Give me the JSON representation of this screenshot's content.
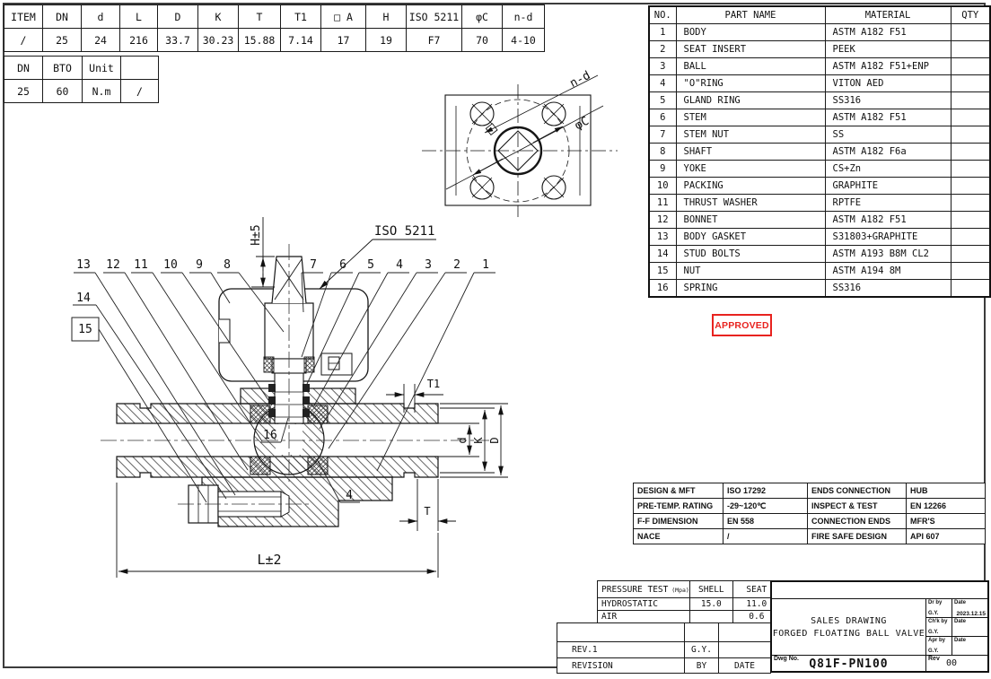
{
  "dim_table": {
    "headers": [
      "ITEM",
      "DN",
      "d",
      "L",
      "D",
      "K",
      "T",
      "T1",
      "□ A",
      "H",
      "ISO 5211",
      "φC",
      "n-d"
    ],
    "values": [
      "/",
      "25",
      "24",
      "216",
      "33.7",
      "30.23",
      "15.88",
      "7.14",
      "17",
      "19",
      "F7",
      "70",
      "4-10"
    ]
  },
  "torque_table": {
    "headers": [
      "DN",
      "BTO",
      "Unit",
      ""
    ],
    "values": [
      "25",
      "60",
      "N.m",
      "/"
    ]
  },
  "parts_table": {
    "headers": [
      "NO.",
      "PART NAME",
      "MATERIAL",
      "QTY"
    ],
    "rows": [
      {
        "no": "1",
        "name": "BODY",
        "material": "ASTM A182 F51",
        "qty": ""
      },
      {
        "no": "2",
        "name": "SEAT INSERT",
        "material": "PEEK",
        "qty": ""
      },
      {
        "no": "3",
        "name": "BALL",
        "material": "ASTM A182 F51+ENP",
        "qty": ""
      },
      {
        "no": "4",
        "name": "\"O\"RING",
        "material": "VITON AED",
        "qty": ""
      },
      {
        "no": "5",
        "name": "GLAND RING",
        "material": "SS316",
        "qty": ""
      },
      {
        "no": "6",
        "name": "STEM",
        "material": "ASTM A182 F51",
        "qty": ""
      },
      {
        "no": "7",
        "name": "STEM NUT",
        "material": "SS",
        "qty": ""
      },
      {
        "no": "8",
        "name": "SHAFT",
        "material": "ASTM A182 F6a",
        "qty": ""
      },
      {
        "no": "9",
        "name": "YOKE",
        "material": "CS+Zn",
        "qty": ""
      },
      {
        "no": "10",
        "name": "PACKING",
        "material": "GRAPHITE",
        "qty": ""
      },
      {
        "no": "11",
        "name": "THRUST WASHER",
        "material": "RPTFE",
        "qty": ""
      },
      {
        "no": "12",
        "name": "BONNET",
        "material": "ASTM A182 F51",
        "qty": ""
      },
      {
        "no": "13",
        "name": "BODY GASKET",
        "material": "S31803+GRAPHITE",
        "qty": ""
      },
      {
        "no": "14",
        "name": "STUD BOLTS",
        "material": "ASTM A193 B8M CL2",
        "qty": ""
      },
      {
        "no": "15",
        "name": "NUT",
        "material": "ASTM A194 8M",
        "qty": ""
      },
      {
        "no": "16",
        "name": "SPRING",
        "material": "SS316",
        "qty": ""
      }
    ]
  },
  "stamp": {
    "label": "APPROVED",
    "color": "#e8231f"
  },
  "specs_table": {
    "rows": [
      [
        "DESIGN & MFT",
        "ISO 17292",
        "ENDS CONNECTION",
        "HUB"
      ],
      [
        "PRE-TEMP. RATING",
        "-29~120℃",
        "INSPECT & TEST",
        "EN 12266"
      ],
      [
        "F-F DIMENSION",
        "EN 558",
        "CONNECTION ENDS",
        "MFR'S"
      ],
      [
        "NACE",
        "/",
        "FIRE SAFE DESIGN",
        "API 607"
      ]
    ]
  },
  "pressure_table": {
    "header": {
      "label": "PRESSURE TEST",
      "unit": "(Mpa)",
      "col1": "SHELL",
      "col2": "SEAT"
    },
    "rows": [
      [
        "HYDROSTATIC",
        "15.0",
        "11.0"
      ],
      [
        "AIR",
        "",
        "0.6"
      ]
    ]
  },
  "revision_table": {
    "rows": [
      [
        "",
        "",
        ""
      ],
      [
        "REV.1",
        "G.Y.",
        ""
      ],
      [
        "REVISION",
        "BY",
        "DATE"
      ]
    ]
  },
  "title_block": {
    "title_line1": "SALES DRAWING",
    "title_line2": "FORGED FLOATING BALL VALVE",
    "dwg_no_label": "Dwg No.",
    "dwg_no": "Q81F-PN100",
    "rev_label": "Rev",
    "rev": "00",
    "sign_rows": [
      {
        "role": "Dr by",
        "name": "G.Y.",
        "date_label": "Date",
        "date": "2023.12.15"
      },
      {
        "role": "Ch'k by",
        "name": "G.Y.",
        "date_label": "Date",
        "date": ""
      },
      {
        "role": "Apr by",
        "name": "G.Y.",
        "date_label": "Date",
        "date": ""
      }
    ]
  },
  "drawing": {
    "labels": {
      "iso5211": "ISO 5211",
      "h": "H±5",
      "t1": "T1",
      "d": "d",
      "k": "K",
      "big_d": "D",
      "t": "T",
      "l": "L±2",
      "n_d": "n-d",
      "phi_c": "φC"
    },
    "callouts": [
      "13",
      "12",
      "11",
      "10",
      "9",
      "8",
      "7",
      "6",
      "5",
      "4",
      "3",
      "2",
      "1"
    ],
    "side_callouts": [
      "14",
      "15"
    ],
    "detail_callouts": [
      "16",
      "4"
    ]
  }
}
